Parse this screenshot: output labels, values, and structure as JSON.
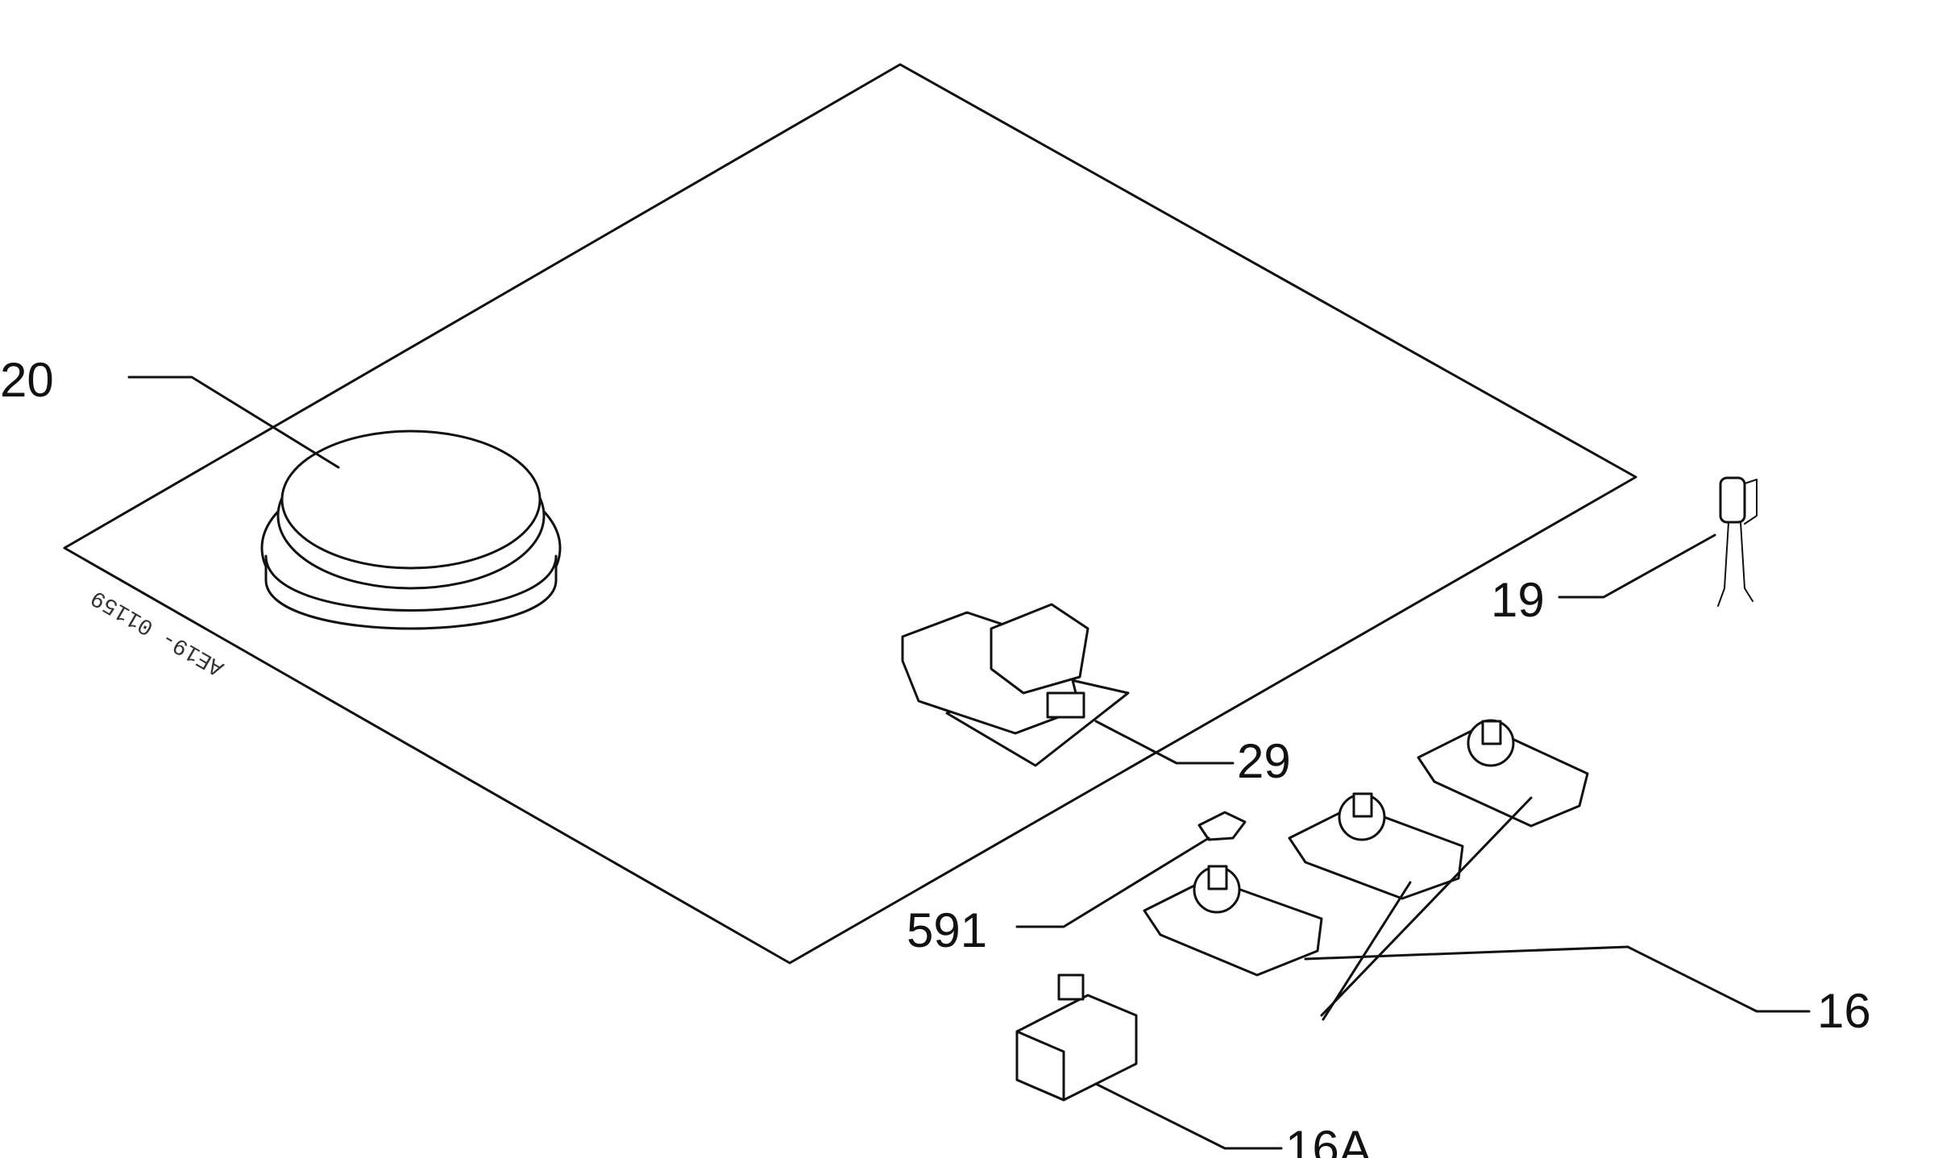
{
  "code": "AE19- 01159",
  "labels": {
    "burner": "20",
    "sensor": "19",
    "control_unit": "29",
    "small_part": "591",
    "switches": "16",
    "switch_single": "16A"
  }
}
